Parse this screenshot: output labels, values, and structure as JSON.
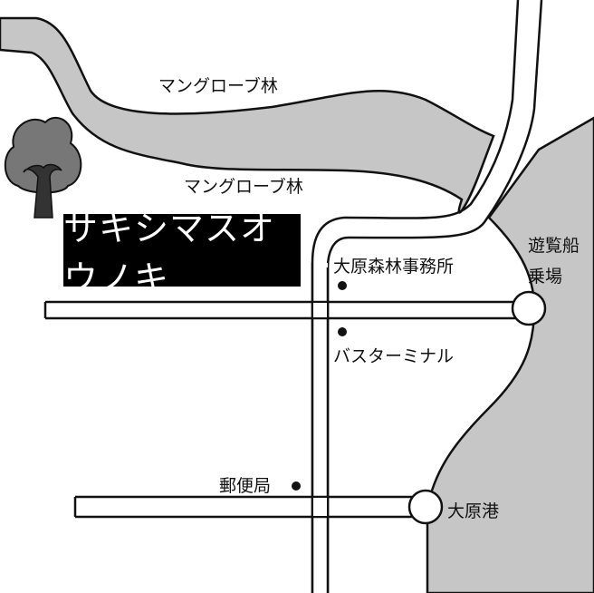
{
  "title": "サキシマスオウノキ",
  "labels": {
    "mangrove_north": "マングローブ林",
    "mangrove_south": "マングローブ林",
    "forest_office": "大原森林事務所",
    "bus_terminal": "バスターミナル",
    "post_office": "郵便局",
    "port": "大原港",
    "cruise_line1": "遊覧船",
    "cruise_line2": "乗場"
  },
  "colors": {
    "water": "#c6c6c6",
    "line": "#111111",
    "title_bg": "#000000"
  }
}
